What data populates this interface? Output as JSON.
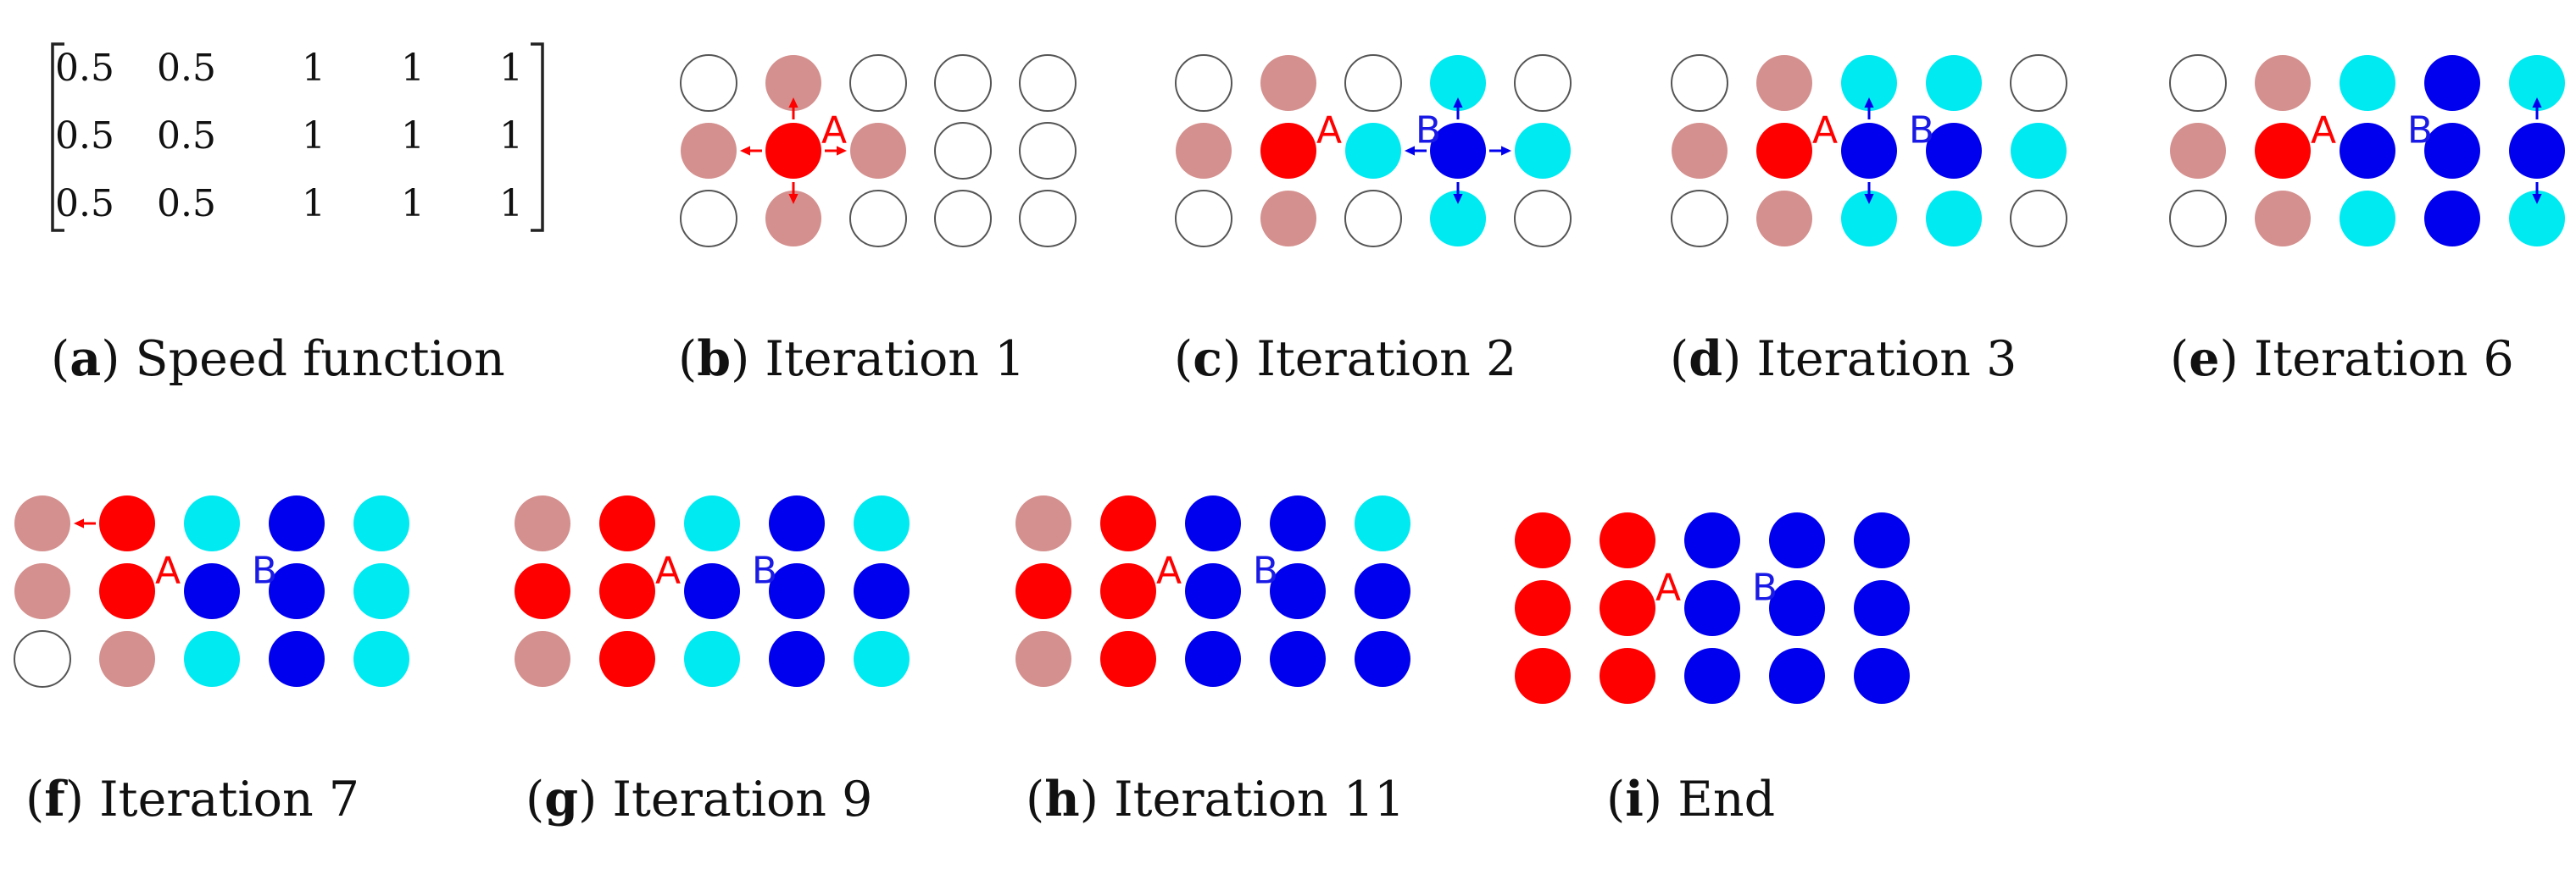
{
  "colors": {
    "empty": "#ffffff",
    "empty_stroke": "#555555",
    "pink": "#d4908e",
    "red": "#ff0000",
    "cyan": "#00eaf2",
    "blue": "#0000ee",
    "label_a": "#ff0000",
    "label_b": "#1a1ae6"
  },
  "matrix": {
    "rows": [
      [
        "0.5",
        "0.5",
        "1",
        "1",
        "1"
      ],
      [
        "0.5",
        "0.5",
        "1",
        "1",
        "1"
      ],
      [
        "0.5",
        "0.5",
        "1",
        "1",
        "1"
      ]
    ]
  },
  "panels": [
    {
      "letter": "a",
      "title": "Speed function",
      "kind": "matrix"
    },
    {
      "letter": "b",
      "title": "Iteration 1",
      "kind": "grid",
      "cells": [
        [
          "empty",
          "pink",
          "empty",
          "empty",
          "empty"
        ],
        [
          "pink",
          "red",
          "pink",
          "empty",
          "empty"
        ],
        [
          "empty",
          "pink",
          "empty",
          "empty",
          "empty"
        ]
      ],
      "labels": [
        {
          "text": "A",
          "color": "red"
        }
      ],
      "arrows": [
        {
          "color": "red",
          "row": 1,
          "col": 1,
          "dirs": [
            "up",
            "down",
            "left",
            "right"
          ]
        }
      ]
    },
    {
      "letter": "c",
      "title": "Iteration 2",
      "kind": "grid",
      "cells": [
        [
          "empty",
          "pink",
          "empty",
          "cyan",
          "empty"
        ],
        [
          "pink",
          "red",
          "cyan",
          "blue",
          "cyan"
        ],
        [
          "empty",
          "pink",
          "empty",
          "cyan",
          "empty"
        ]
      ],
      "labels": [
        {
          "text": "A",
          "color": "red"
        },
        {
          "text": "B",
          "color": "blue"
        }
      ],
      "arrows": [
        {
          "color": "blue",
          "row": 1,
          "col": 3,
          "dirs": [
            "up",
            "down",
            "left",
            "right"
          ]
        }
      ]
    },
    {
      "letter": "d",
      "title": "Iteration 3",
      "kind": "grid",
      "cells": [
        [
          "empty",
          "pink",
          "cyan",
          "cyan",
          "empty"
        ],
        [
          "pink",
          "red",
          "blue",
          "blue",
          "cyan"
        ],
        [
          "empty",
          "pink",
          "cyan",
          "cyan",
          "empty"
        ]
      ],
      "labels": [
        {
          "text": "A",
          "color": "red"
        },
        {
          "text": "B",
          "color": "blue"
        }
      ],
      "arrows": [
        {
          "color": "blue",
          "row": 1,
          "col": 2,
          "dirs": [
            "up",
            "down"
          ]
        }
      ]
    },
    {
      "letter": "e",
      "title": "Iteration 6",
      "kind": "grid",
      "cells": [
        [
          "empty",
          "pink",
          "cyan",
          "blue",
          "cyan"
        ],
        [
          "pink",
          "red",
          "blue",
          "blue",
          "blue"
        ],
        [
          "empty",
          "pink",
          "cyan",
          "blue",
          "cyan"
        ]
      ],
      "labels": [
        {
          "text": "A",
          "color": "red"
        },
        {
          "text": "B",
          "color": "blue"
        }
      ],
      "arrows": [
        {
          "color": "blue",
          "row": 1,
          "col": 4,
          "dirs": [
            "up",
            "down"
          ]
        }
      ]
    },
    {
      "letter": "f",
      "title": "Iteration 7",
      "kind": "grid",
      "cells": [
        [
          "pink",
          "red",
          "cyan",
          "blue",
          "cyan"
        ],
        [
          "pink",
          "red",
          "blue",
          "blue",
          "cyan"
        ],
        [
          "empty",
          "pink",
          "cyan",
          "blue",
          "cyan"
        ]
      ],
      "labels": [
        {
          "text": "A",
          "color": "red"
        },
        {
          "text": "B",
          "color": "blue"
        }
      ],
      "arrows": [
        {
          "color": "red",
          "row": 0,
          "col": 1,
          "dirs": [
            "left"
          ]
        }
      ]
    },
    {
      "letter": "g",
      "title": "Iteration 9",
      "kind": "grid",
      "cells": [
        [
          "pink",
          "red",
          "cyan",
          "blue",
          "cyan"
        ],
        [
          "red",
          "red",
          "blue",
          "blue",
          "blue"
        ],
        [
          "pink",
          "red",
          "cyan",
          "blue",
          "cyan"
        ]
      ],
      "labels": [
        {
          "text": "A",
          "color": "red"
        },
        {
          "text": "B",
          "color": "blue"
        }
      ],
      "arrows": []
    },
    {
      "letter": "h",
      "title": "Iteration 11",
      "kind": "grid",
      "cells": [
        [
          "pink",
          "red",
          "blue",
          "blue",
          "cyan"
        ],
        [
          "red",
          "red",
          "blue",
          "blue",
          "blue"
        ],
        [
          "pink",
          "red",
          "blue",
          "blue",
          "blue"
        ]
      ],
      "labels": [
        {
          "text": "A",
          "color": "red"
        },
        {
          "text": "B",
          "color": "blue"
        }
      ],
      "arrows": []
    },
    {
      "letter": "i",
      "title": "End",
      "kind": "grid",
      "cells": [
        [
          "red",
          "red",
          "blue",
          "blue",
          "blue"
        ],
        [
          "red",
          "red",
          "blue",
          "blue",
          "blue"
        ],
        [
          "red",
          "red",
          "blue",
          "blue",
          "blue"
        ]
      ],
      "labels": [
        {
          "text": "A",
          "color": "red"
        },
        {
          "text": "B",
          "color": "blue"
        }
      ],
      "arrows": []
    }
  ]
}
